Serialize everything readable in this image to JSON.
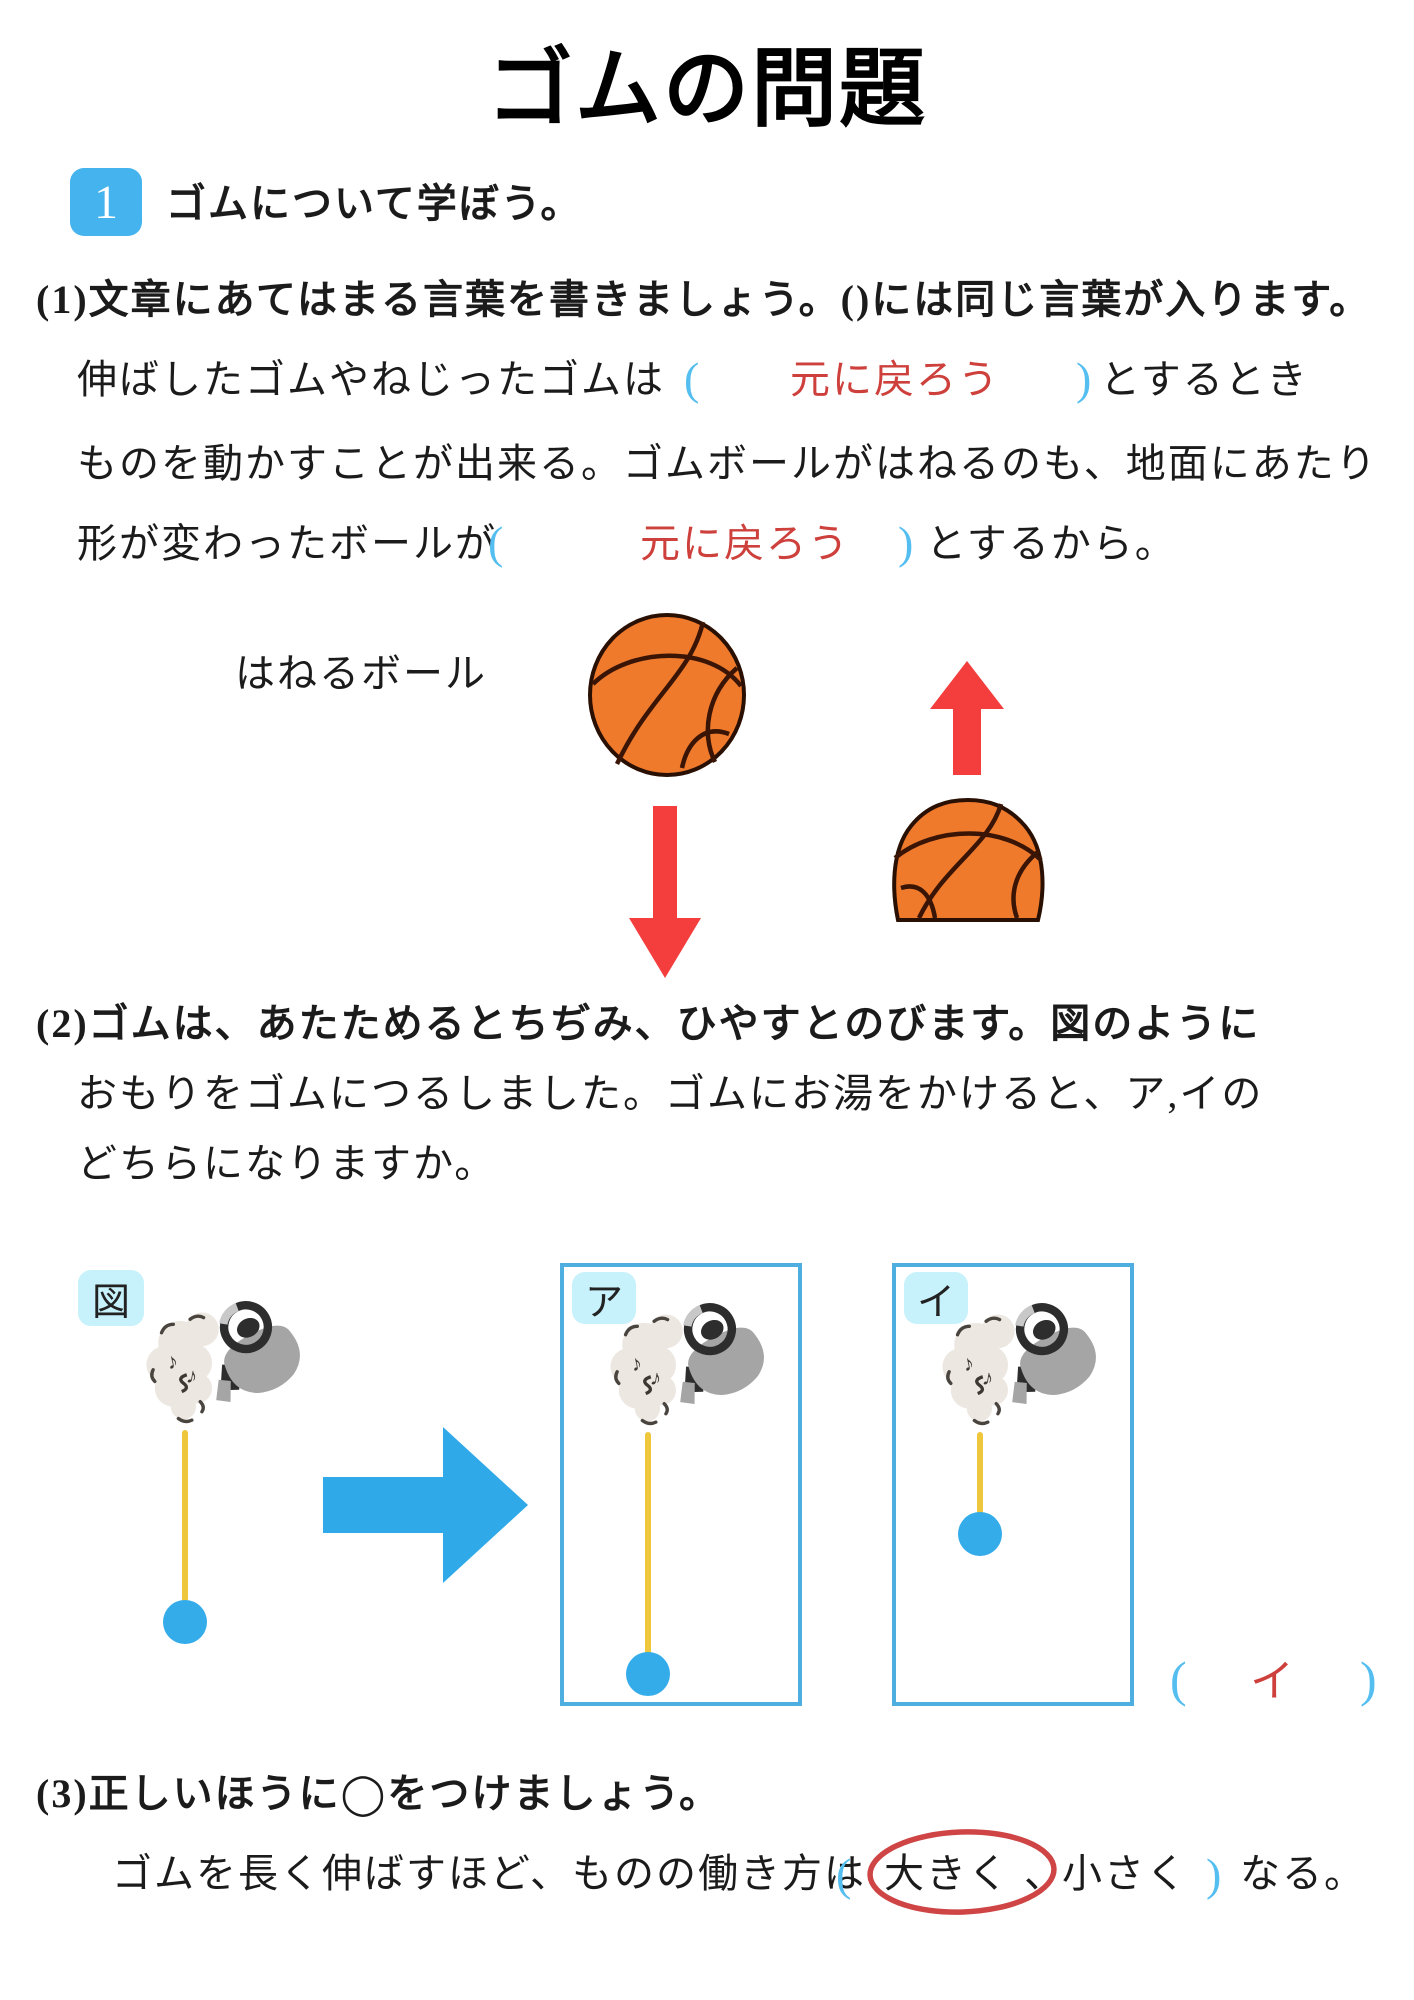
{
  "title": "ゴムの問題",
  "section": {
    "number": "1",
    "label": "ゴムについて学ぼう。"
  },
  "q1": {
    "header": "(1)文章にあてはまる言葉を書きましょう。()には同じ言葉が入ります。",
    "s1_pre": "伸ばしたゴムやねじったゴムは",
    "s1_open": "(",
    "s1_answer": "元に戻ろう",
    "s1_close": ")",
    "s1_post": "とするとき",
    "line2": "ものを動かすことが出来る。ゴムボールがはねるのも、地面にあたり",
    "s3_pre": "形が変わったボールが",
    "s3_open": "(",
    "s3_answer": "元に戻ろう",
    "s3_close": ")",
    "s3_post": "とするから。",
    "ball_label": "はねるボール"
  },
  "q2": {
    "header": "(2)ゴムは、あたためるとちぢみ、ひやすとのびます。図のように",
    "line2": "おもりをゴムにつるしました。ゴムにお湯をかけると、ア,イの",
    "line3": "どちらになりますか。",
    "fig_label": "図",
    "option_a": "ア",
    "option_b": "イ",
    "ans_open": "(",
    "answer": "イ",
    "ans_close": ")"
  },
  "q3": {
    "header": "(3)正しいほうに◯をつけましょう。",
    "pre": "ゴムを長く伸ばすほど、ものの働き方は",
    "open": "(",
    "choice_big": "大きく",
    "comma": "、",
    "choice_small": "小さく",
    "close": ")",
    "post": "なる。"
  },
  "colors": {
    "badge_blue": "#45B3EE",
    "paren_cyan": "#55BEF0",
    "answer_red": "#CE403C",
    "arrow_red": "#F43E3E",
    "arrow_blue": "#2FA9E8",
    "panel_border": "#4FAEE0",
    "label_bg": "#C7F1FB",
    "ball_orange": "#EF7A2C",
    "ball_seam": "#3A1505",
    "rubber_yellow": "#EFC73C",
    "weight_blue": "#35ACEA",
    "circle_red": "#CF4545",
    "kettle_gray": "#A5A5A5",
    "kettle_dark": "#2D2D2D",
    "cloud_gray": "#ECE7E1"
  }
}
